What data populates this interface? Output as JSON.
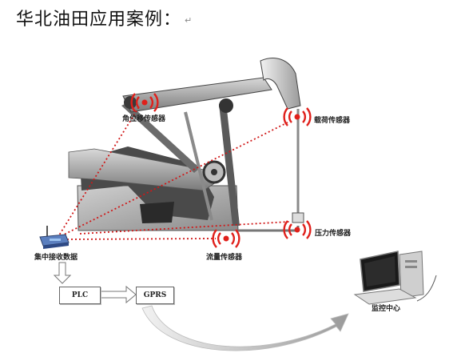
{
  "title": "华北油田应用案例：",
  "title_mark": "↵",
  "labels": {
    "angle_sensor": "角位移传感器",
    "load_sensor": "载荷传感器",
    "pressure_sensor": "压力传感器",
    "flow_sensor": "流量传感器",
    "collector": "集中接收数据",
    "monitor_center": "监控中心"
  },
  "boxes": {
    "plc": "PLC",
    "gprs": "GPRS"
  },
  "colors": {
    "sensor_red": "#e0201b",
    "dotted_link": "#d01818",
    "pump_dark": "#3a3a3a",
    "pump_light": "#bdbdbd"
  }
}
